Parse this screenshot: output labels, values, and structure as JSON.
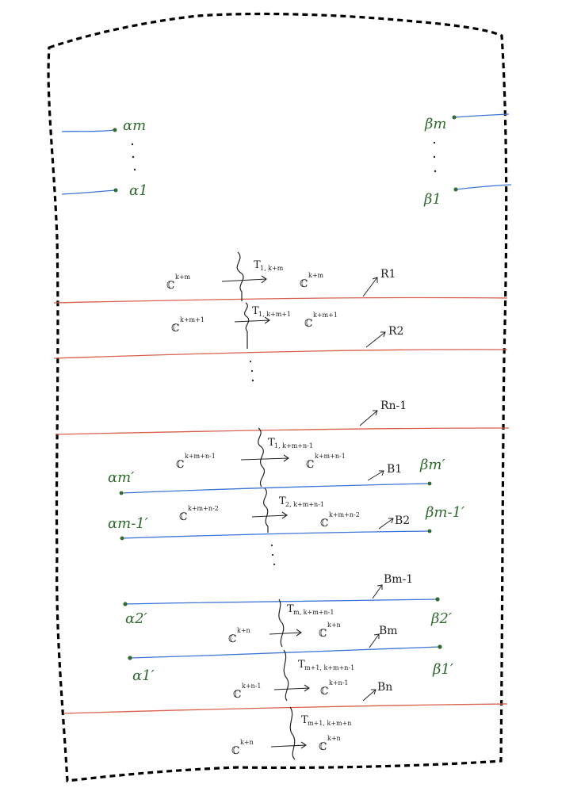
{
  "colors": {
    "border": "#000000",
    "red_line": "#d9604c",
    "blue_line": "#3b74d6",
    "green_label": "#2f6b2f",
    "ink": "#222222"
  },
  "top": {
    "left_top": "αm",
    "left_bottom": "α1",
    "right_top": "βm",
    "right_bottom": "β1"
  },
  "red_labels": [
    "R1",
    "R2",
    "Rn-1"
  ],
  "blue_labels": [
    "B1",
    "B2",
    "Bm-1",
    "Bm",
    "Bn"
  ],
  "left_marks": [
    "αm′",
    "αm-1′",
    "α2′",
    "α1′"
  ],
  "right_marks": [
    "βm′",
    "βm-1′",
    "β2′",
    "β1′"
  ],
  "regions": [
    {
      "left": "ℂ",
      "left_sup": "k+m",
      "right": "ℂ",
      "right_sup": "k+m",
      "map": "T",
      "map_sub": "1, k+m"
    },
    {
      "left": "ℂ",
      "left_sup": "k+m+1",
      "right": "ℂ",
      "right_sup": "k+m+1",
      "map": "T",
      "map_sub": "1, k+m+1"
    },
    {
      "left": "ℂ",
      "left_sup": "k+m+n-1",
      "right": "ℂ",
      "right_sup": "k+m+n-1",
      "map": "T",
      "map_sub": "1, k+m+n-1"
    },
    {
      "left": "ℂ",
      "left_sup": "k+m+n-2",
      "right": "ℂ",
      "right_sup": "k+m+n-2",
      "map": "T",
      "map_sub": "2, k+m+n-1"
    },
    {
      "left": "ℂ",
      "left_sup": "k+n",
      "right": "ℂ",
      "right_sup": "k+n",
      "map": "T",
      "map_sub": "m, k+m+n-1"
    },
    {
      "left": "ℂ",
      "left_sup": "k+n-1",
      "right": "ℂ",
      "right_sup": "k+n-1",
      "map": "T",
      "map_sub": "m+1, k+m+n-1"
    },
    {
      "left": "ℂ",
      "left_sup": "k+n",
      "right": "ℂ",
      "right_sup": "k+n",
      "map": "T",
      "map_sub": "m+1, k+m+n"
    }
  ]
}
